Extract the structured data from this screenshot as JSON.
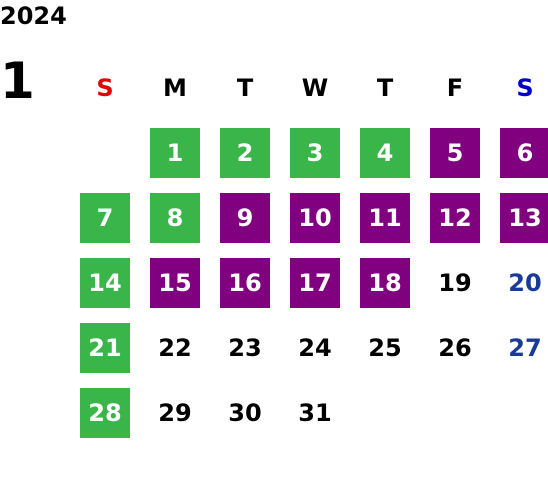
{
  "calendar": {
    "year": "2024",
    "month": "1",
    "weekdays": [
      {
        "label": "S",
        "color": "#e60000"
      },
      {
        "label": "M",
        "color": "#000000"
      },
      {
        "label": "T",
        "color": "#000000"
      },
      {
        "label": "W",
        "color": "#000000"
      },
      {
        "label": "T",
        "color": "#000000"
      },
      {
        "label": "F",
        "color": "#000000"
      },
      {
        "label": "S",
        "color": "#0000cc"
      }
    ],
    "colors": {
      "green": "#3ab54a",
      "purple": "#800080",
      "default_text": "#000000",
      "sunday_text": "#e60000",
      "saturday_text": "#1a3a9a",
      "highlight_text": "#ffffff"
    },
    "weeks": [
      [
        null,
        {
          "d": "1",
          "t": "green"
        },
        {
          "d": "2",
          "t": "green"
        },
        {
          "d": "3",
          "t": "green"
        },
        {
          "d": "4",
          "t": "green"
        },
        {
          "d": "5",
          "t": "purple"
        },
        {
          "d": "6",
          "t": "purple"
        }
      ],
      [
        {
          "d": "7",
          "t": "green"
        },
        {
          "d": "8",
          "t": "green"
        },
        {
          "d": "9",
          "t": "purple"
        },
        {
          "d": "10",
          "t": "purple"
        },
        {
          "d": "11",
          "t": "purple"
        },
        {
          "d": "12",
          "t": "purple"
        },
        {
          "d": "13",
          "t": "purple"
        }
      ],
      [
        {
          "d": "14",
          "t": "green"
        },
        {
          "d": "15",
          "t": "purple"
        },
        {
          "d": "16",
          "t": "purple"
        },
        {
          "d": "17",
          "t": "purple"
        },
        {
          "d": "18",
          "t": "purple"
        },
        {
          "d": "19",
          "t": "none"
        },
        {
          "d": "20",
          "t": "none"
        }
      ],
      [
        {
          "d": "21",
          "t": "green"
        },
        {
          "d": "22",
          "t": "none"
        },
        {
          "d": "23",
          "t": "none"
        },
        {
          "d": "24",
          "t": "none"
        },
        {
          "d": "25",
          "t": "none"
        },
        {
          "d": "26",
          "t": "none"
        },
        {
          "d": "27",
          "t": "none"
        }
      ],
      [
        {
          "d": "28",
          "t": "green"
        },
        {
          "d": "29",
          "t": "none"
        },
        {
          "d": "30",
          "t": "none"
        },
        {
          "d": "31",
          "t": "none"
        },
        null,
        null,
        null
      ]
    ]
  }
}
